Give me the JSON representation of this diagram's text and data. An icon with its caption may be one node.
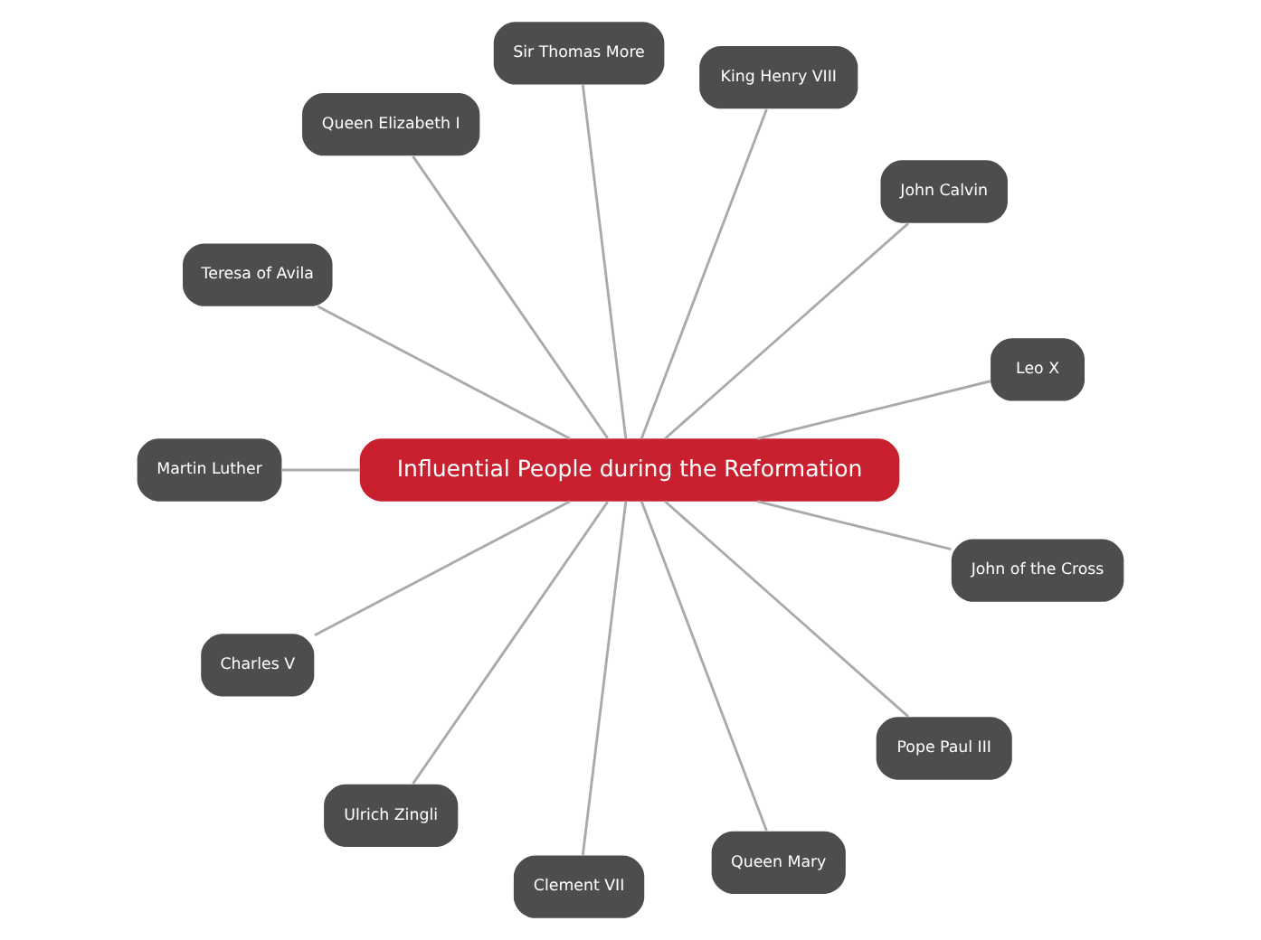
{
  "diagram": {
    "nodes": [
      {
        "text": [
          "Influential People during the Reformation"
        ]
      },
      {
        "text": [
          "Leo X"
        ]
      },
      {
        "text": [
          "John Calvin"
        ]
      },
      {
        "text": [
          "King Henry VIII"
        ]
      },
      {
        "text": [
          "Sir Thomas More"
        ]
      },
      {
        "text": [
          "Queen Elizabeth I"
        ]
      },
      {
        "text": [
          "Teresa of Avila"
        ]
      },
      {
        "text": [
          "Martin Luther"
        ]
      },
      {
        "text": [
          "Charles V"
        ]
      },
      {
        "text": [
          "Ulrich Zingli"
        ]
      },
      {
        "text": [
          "Clement VII"
        ]
      },
      {
        "text": [
          "Queen Mary"
        ]
      },
      {
        "text": [
          "Pope Paul III"
        ]
      },
      {
        "text": [
          "John of the Cross"
        ]
      }
    ],
    "edges": [
      {
        "from": 0,
        "to": 1,
        "arrow": "none"
      },
      {
        "from": 0,
        "to": 2,
        "arrow": "none"
      },
      {
        "from": 0,
        "to": 3,
        "arrow": "none"
      },
      {
        "from": 0,
        "to": 4,
        "arrow": "none"
      },
      {
        "from": 0,
        "to": 5,
        "arrow": "none"
      },
      {
        "from": 0,
        "to": 6,
        "arrow": "none"
      },
      {
        "from": 0,
        "to": 7,
        "arrow": "none"
      },
      {
        "from": 0,
        "to": 8,
        "arrow": "none"
      },
      {
        "from": 0,
        "to": 9,
        "arrow": "none"
      },
      {
        "from": 0,
        "to": 10,
        "arrow": "none"
      },
      {
        "from": 0,
        "to": 11,
        "arrow": "none"
      },
      {
        "from": 0,
        "to": 12,
        "arrow": "none"
      },
      {
        "from": 0,
        "to": 13,
        "arrow": "none"
      }
    ]
  }
}
